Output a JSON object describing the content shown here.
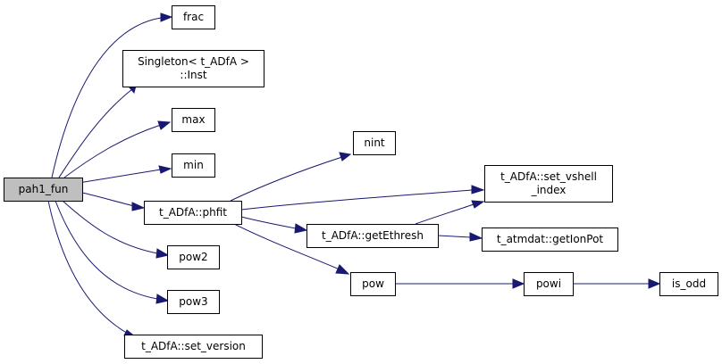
{
  "colors": {
    "edge": "#191970",
    "node_fill": "#ffffff",
    "root_fill": "#bfbfbf",
    "node_stroke": "#000000"
  },
  "nodes": [
    {
      "id": "pah1_fun",
      "lines": [
        "pah1_fun"
      ],
      "root": true
    },
    {
      "id": "frac",
      "lines": [
        "frac"
      ]
    },
    {
      "id": "singleton",
      "lines": [
        "Singleton< t_ADfA >",
        "::Inst"
      ]
    },
    {
      "id": "max",
      "lines": [
        "max"
      ]
    },
    {
      "id": "min",
      "lines": [
        "min"
      ]
    },
    {
      "id": "phfit",
      "lines": [
        "t_ADfA::phfit"
      ]
    },
    {
      "id": "pow2",
      "lines": [
        "pow2"
      ]
    },
    {
      "id": "pow3",
      "lines": [
        "pow3"
      ]
    },
    {
      "id": "set_version",
      "lines": [
        "t_ADfA::set_version"
      ]
    },
    {
      "id": "nint",
      "lines": [
        "nint"
      ]
    },
    {
      "id": "set_vshell",
      "lines": [
        "t_ADfA::set_vshell",
        "_index"
      ]
    },
    {
      "id": "getEthresh",
      "lines": [
        "t_ADfA::getEthresh"
      ]
    },
    {
      "id": "getIonPot",
      "lines": [
        "t_atmdat::getIonPot"
      ]
    },
    {
      "id": "pow",
      "lines": [
        "pow"
      ]
    },
    {
      "id": "powi",
      "lines": [
        "powi"
      ]
    },
    {
      "id": "is_odd",
      "lines": [
        "is_odd"
      ]
    }
  ],
  "edges": [
    {
      "from": "pah1_fun",
      "to": "frac"
    },
    {
      "from": "pah1_fun",
      "to": "singleton"
    },
    {
      "from": "pah1_fun",
      "to": "max"
    },
    {
      "from": "pah1_fun",
      "to": "min"
    },
    {
      "from": "pah1_fun",
      "to": "phfit"
    },
    {
      "from": "pah1_fun",
      "to": "pow2"
    },
    {
      "from": "pah1_fun",
      "to": "pow3"
    },
    {
      "from": "pah1_fun",
      "to": "set_version"
    },
    {
      "from": "phfit",
      "to": "nint"
    },
    {
      "from": "phfit",
      "to": "set_vshell"
    },
    {
      "from": "phfit",
      "to": "getEthresh"
    },
    {
      "from": "phfit",
      "to": "pow"
    },
    {
      "from": "getEthresh",
      "to": "set_vshell"
    },
    {
      "from": "getEthresh",
      "to": "getIonPot"
    },
    {
      "from": "pow",
      "to": "powi"
    },
    {
      "from": "powi",
      "to": "is_odd"
    }
  ]
}
